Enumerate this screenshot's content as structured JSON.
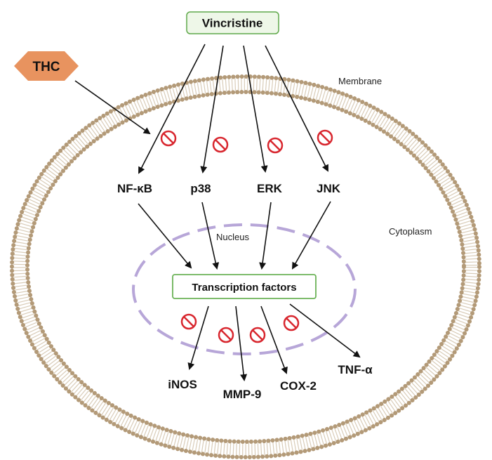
{
  "title_box": {
    "label": "Vincristine"
  },
  "drug": {
    "label": "THC"
  },
  "regions": {
    "membrane": "Membrane",
    "cytoplasm": "Cytoplasm",
    "nucleus": "Nucleus"
  },
  "kinases": [
    {
      "id": "nfkb",
      "label": "NF-κB"
    },
    {
      "id": "p38",
      "label": "p38"
    },
    {
      "id": "erk",
      "label": "ERK"
    },
    {
      "id": "jnk",
      "label": "JNK"
    }
  ],
  "center_box": {
    "label": "Transcription factors"
  },
  "products": [
    {
      "id": "inos",
      "label": "iNOS"
    },
    {
      "id": "mmp9",
      "label": "MMP-9"
    },
    {
      "id": "cox2",
      "label": "COX-2"
    },
    {
      "id": "tnfa",
      "label": "TNF-α"
    }
  ],
  "colors": {
    "vincristine_fill": "#eef7e8",
    "vincristine_border": "#5fa84a",
    "thc_fill": "#e8935f",
    "membrane_bead": "#b39a78",
    "membrane_tail": "#cdbda5",
    "nucleus_dash": "#b7a6d8",
    "inhibit_red": "#d8262e",
    "arrow": "#111111"
  },
  "icons": {
    "inhibit": "inhibit-icon"
  }
}
